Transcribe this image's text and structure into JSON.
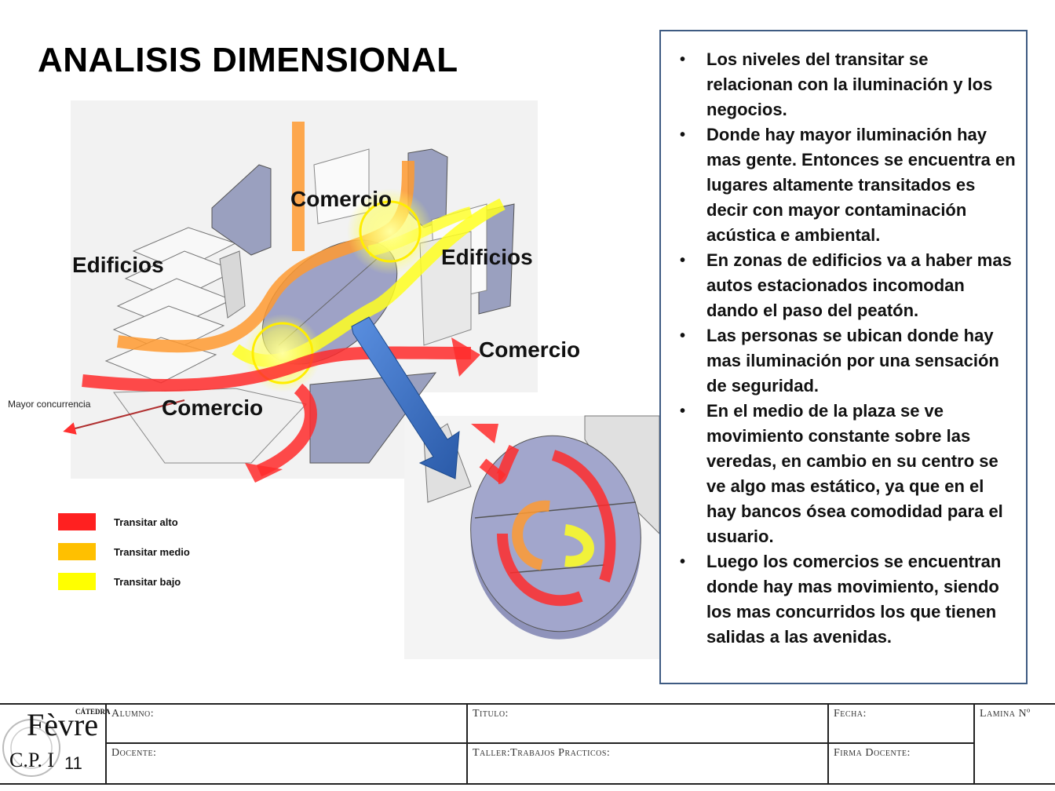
{
  "title": "ANALISIS DIMENSIONAL",
  "labels": {
    "comercio_top": "Comercio",
    "edificios_left": "Edificios",
    "edificios_right": "Edificios",
    "comercio_right": "Comercio",
    "comercio_bottom": "Comercio",
    "mayor_concurrencia": "Mayor concurrencia"
  },
  "legend": [
    {
      "label": "Transitar alto",
      "color": "#ff2020"
    },
    {
      "label": "Transitar medio",
      "color": "#ffc000"
    },
    {
      "label": "Transitar bajo",
      "color": "#ffff00"
    }
  ],
  "notes": [
    "Los niveles del transitar se relacionan con la iluminación y los negocios.",
    "Donde hay mayor iluminación hay mas gente. Entonces se encuentra en lugares altamente transitados es decir con mayor contaminación acústica e ambiental.",
    "En zonas de edificios va a haber mas autos estacionados incomodan dando el paso del peatón.",
    "Las personas se ubican donde hay mas iluminación por una sensación de seguridad.",
    "En el medio de la plaza se ve movimiento constante sobre las veredas, en cambio en su centro se ve algo mas estático, ya que en el hay bancos ósea comodidad para el usuario.",
    "Luego los comercios se encuentran donde hay mas movimiento, siendo los mas concurridos los que tienen salidas a las avenidas."
  ],
  "footer": {
    "logo_name": "Fèvre",
    "logo_catedra": "CÁTEDRA",
    "logo_cp": "C.P. I",
    "logo_number": "11",
    "alumno": "Alumno:",
    "titulo": "Titulo:",
    "fecha": "Fecha:",
    "lamina": "Lamina Nº",
    "docente": "Docente:",
    "taller": "Taller:Trabajos Practicos:",
    "firma": "Firma Docente:"
  },
  "colors": {
    "accent_border": "#3e5b82",
    "high": "#ff2020",
    "medium": "#ffc000",
    "low": "#ffff00",
    "arrow_blue": "#3f73c4"
  }
}
